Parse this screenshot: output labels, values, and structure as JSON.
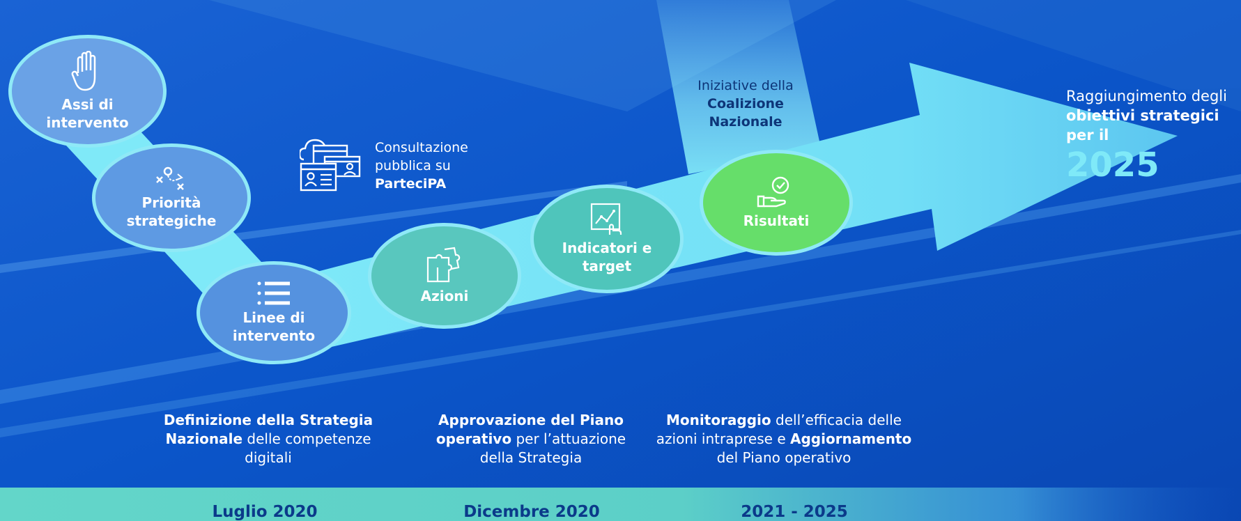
{
  "nodes": {
    "assi": "Assi di\nintervento",
    "priorita": "Priorità\nstrategiche",
    "linee": "Linee di\nintervento",
    "azioni": "Azioni",
    "indicatori": "Indicatori e\ntarget",
    "risultati": "Risultati"
  },
  "consultazione": {
    "line1": "Consultazione",
    "line2": "pubblica su",
    "line3": "ParteciPA"
  },
  "coalizione": {
    "line1": "Iniziative della",
    "line2": "Coalizione",
    "line3": "Nazionale"
  },
  "goal": {
    "line1": "Raggiungimento degli",
    "line2": "obiettivi strategici per il",
    "year": "2025"
  },
  "captions": {
    "c1": {
      "b1": "Definizione della Strategia",
      "b2": "Nazionale",
      "t2": " delle competenze",
      "t3": "digitali"
    },
    "c2": {
      "b1": "Approvazione del Piano",
      "b2": "operativo",
      "t2": " per l’attuazione",
      "t3": "della Strategia"
    },
    "c3": {
      "b1": "Monitoraggio",
      "t1": " dell’efficacia delle",
      "t2a": "azioni intraprese e ",
      "b2": "Aggiornamento",
      "t3": "del Piano operativo"
    }
  },
  "timeline": {
    "d1": "Luglio 2020",
    "d2": "Dicembre 2020",
    "d3": "2021 - 2025"
  },
  "colors": {
    "background": "#0a4fc4",
    "path": "#7fe9f8",
    "node_blue": "#5b97e0",
    "node_teal": "#53c9bd",
    "node_green": "#63dd6a",
    "timeline_band": "#5fd0c6",
    "date_text": "#0b3a8a"
  }
}
